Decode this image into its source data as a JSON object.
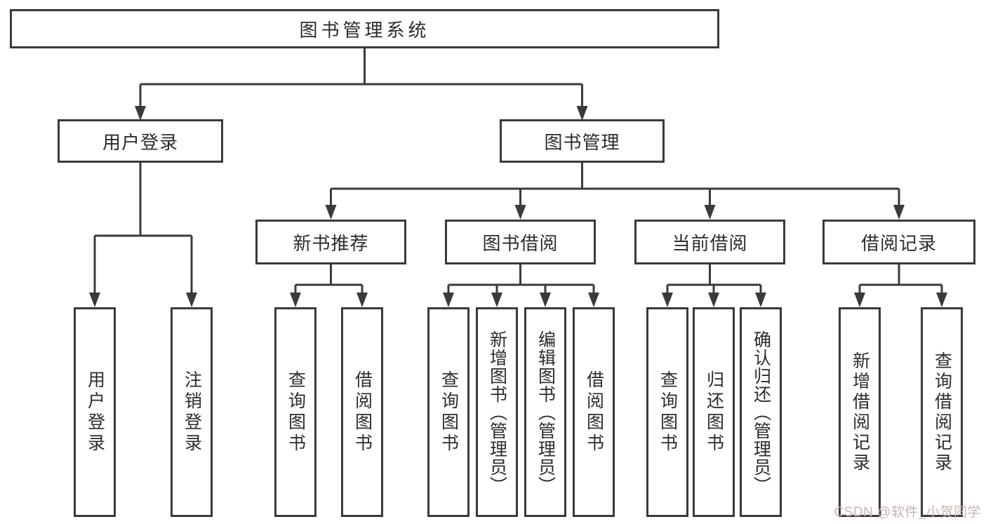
{
  "diagram": {
    "root": {
      "label": "图书管理系统"
    },
    "user_login": {
      "label": "用户登录",
      "children": [
        {
          "label": "用户登录"
        },
        {
          "label": "注销登录"
        }
      ]
    },
    "book_management": {
      "label": "图书管理",
      "sections": [
        {
          "label": "新书推荐",
          "children": [
            {
              "label": "查询图书"
            },
            {
              "label": "借阅图书"
            }
          ]
        },
        {
          "label": "图书借阅",
          "children": [
            {
              "label": "查询图书"
            },
            {
              "label": "新增图书（管理员）"
            },
            {
              "label": "编辑图书（管理员）"
            },
            {
              "label": "借阅图书"
            }
          ]
        },
        {
          "label": "当前借阅",
          "children": [
            {
              "label": "查询图书"
            },
            {
              "label": "归还图书"
            },
            {
              "label": "确认归还（管理员）"
            }
          ]
        },
        {
          "label": "借阅记录",
          "children": [
            {
              "label": "新增借阅记录"
            },
            {
              "label": "查询借阅记录"
            }
          ]
        }
      ]
    },
    "colors": {
      "line": "#3a3a3c",
      "text": "#2c2c2e",
      "background": "#ffffff",
      "watermark": "#c7b3b3"
    }
  },
  "watermark": {
    "text": "CSDN @软件_小贺同学"
  }
}
